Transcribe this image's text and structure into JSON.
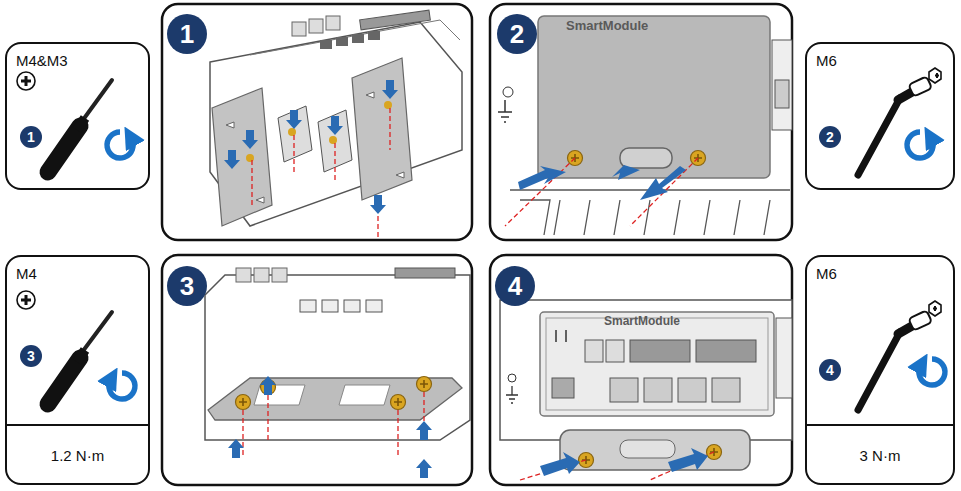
{
  "diagram": {
    "nodes": [
      {
        "text": [
          "M4&M3"
        ]
      },
      {
        "text": [
          "1"
        ],
        "in": 0
      },
      {
        "text": [
          "1"
        ]
      },
      {
        "text": [
          "2"
        ]
      },
      {
        "text": [
          "M6"
        ]
      },
      {
        "text": [
          "2"
        ],
        "in": 4
      },
      {
        "text": [
          "M4",
          "1.2 N·m"
        ]
      },
      {
        "text": [
          "3"
        ],
        "in": 6
      },
      {
        "text": [
          "3"
        ]
      },
      {
        "text": [
          "4"
        ]
      },
      {
        "text": [
          "M6",
          "3 N·m"
        ]
      },
      {
        "text": [
          "4"
        ],
        "in": 10
      }
    ],
    "labels": [
      "SmartModule",
      "SmartModule"
    ]
  }
}
